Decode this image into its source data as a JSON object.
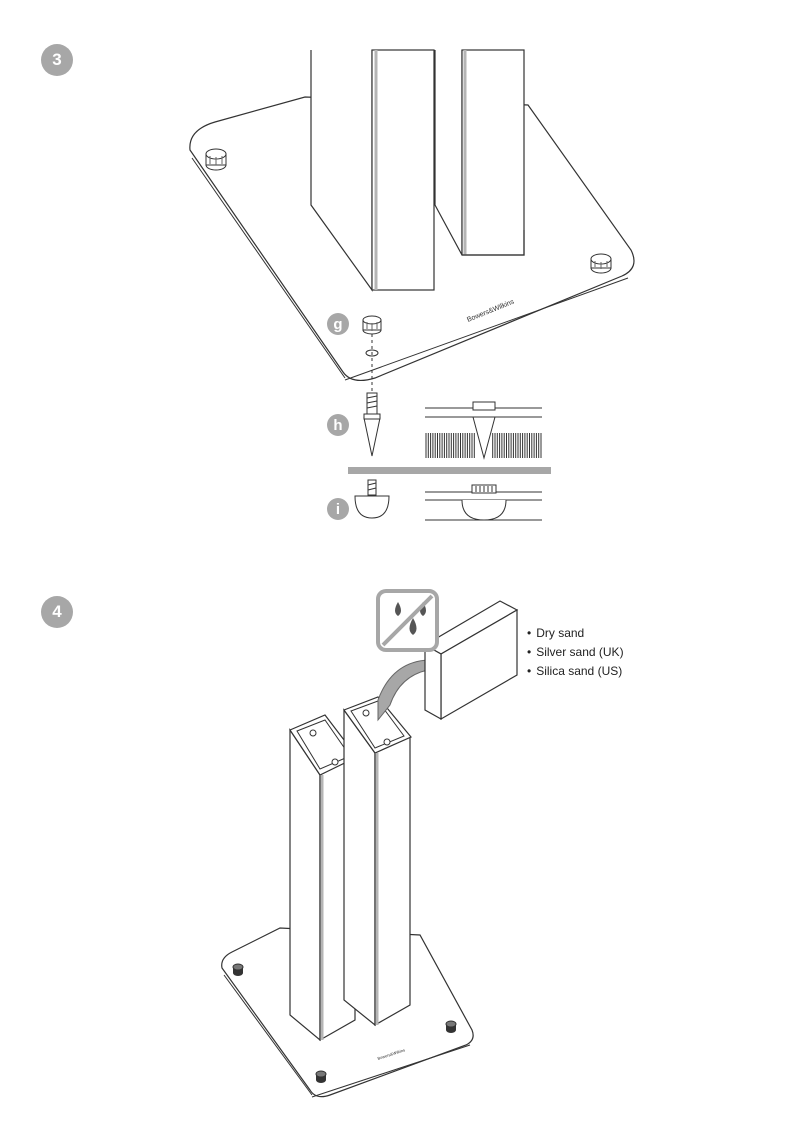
{
  "steps": [
    {
      "number": "3"
    },
    {
      "number": "4"
    }
  ],
  "parts": {
    "g": "g",
    "h": "h",
    "i": "i"
  },
  "brand": {
    "logo_text": "Bowers&Wilkins"
  },
  "sand_options": [
    "Dry sand",
    "Silver sand (UK)",
    "Silica sand (US)"
  ],
  "icons": {
    "no_water": "no-water-icon"
  },
  "colors": {
    "badge": "#a7a7a7",
    "line": "#333333",
    "divider": "#a7a7a7"
  }
}
